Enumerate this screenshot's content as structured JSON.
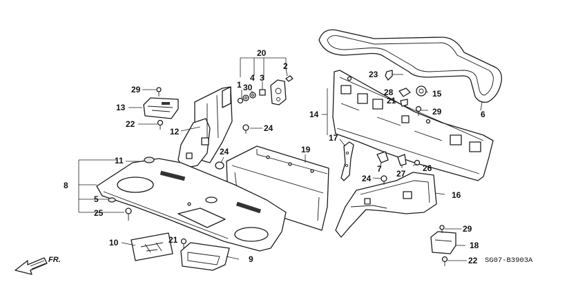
{
  "diagram": {
    "code": "SG07-B3903A",
    "direction_label": "FR.",
    "callouts": {
      "c1": "1",
      "c2": "2",
      "c3": "3",
      "c4": "4",
      "c5": "5",
      "c6": "6",
      "c7": "7",
      "c8": "8",
      "c9": "9",
      "c10": "10",
      "c11": "11",
      "c12": "12",
      "c13": "13",
      "c14": "14",
      "c15": "15",
      "c16": "16",
      "c17": "17",
      "c18": "18",
      "c19": "19",
      "c20": "20",
      "c21a": "21",
      "c21b": "21",
      "c22a": "22",
      "c22b": "22",
      "c23": "23",
      "c24a": "24",
      "c24b": "24",
      "c24c": "24",
      "c25": "25",
      "c26": "26",
      "c27": "27",
      "c28": "28",
      "c29a": "29",
      "c29b": "29",
      "c29c": "29",
      "c30": "30"
    }
  }
}
